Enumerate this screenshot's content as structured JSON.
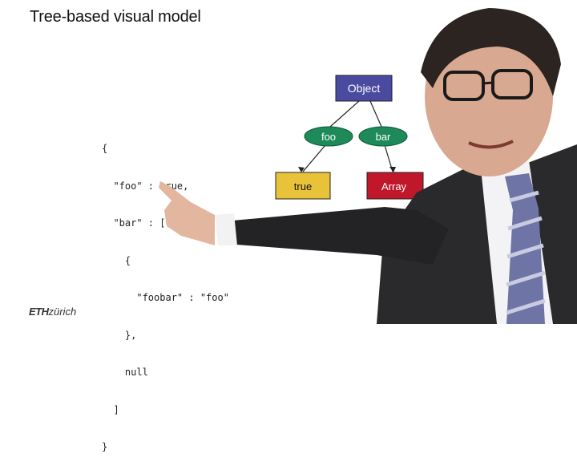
{
  "slide": {
    "title": "Tree-based visual model"
  },
  "code_lines": [
    "{",
    "  \"foo\" : true,",
    "  \"bar\" : [",
    "    {",
    "      \"foobar\" : \"foo\"",
    "    },",
    "    null",
    "  ]",
    "}"
  ],
  "tree": {
    "root_label": "Object",
    "edge_foo_label": "foo",
    "edge_bar_label": "bar",
    "leaf_true_label": "true",
    "leaf_array_label": "Array",
    "colors": {
      "root_fill": "#4a4aa0",
      "edge_label_fill": "#1e8a5a",
      "true_fill": "#e8c33a",
      "array_fill": "#c0182a"
    }
  },
  "footer": {
    "logo_eth": "ETH",
    "logo_zurich": "zürich"
  }
}
